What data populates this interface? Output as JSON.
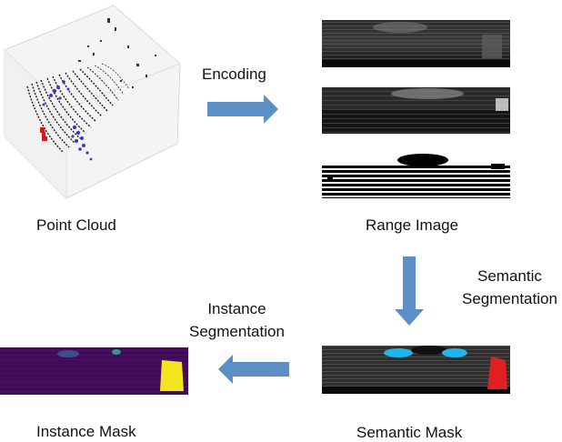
{
  "labels": {
    "point_cloud": "Point Cloud",
    "range_image": "Range Image",
    "semantic_mask": "Semantic Mask",
    "instance_mask": "Instance Mask"
  },
  "arrows": {
    "encoding": "Encoding",
    "semantic_segmentation": [
      "Semantic",
      "Segmentation"
    ],
    "instance_segmentation": [
      "Instance",
      "Segmentation"
    ]
  },
  "colors": {
    "arrow": "#5B8FC6",
    "instance_bg": "#430a5a",
    "instance_yellow": "#f2e51e",
    "instance_teal": "#2a9c8c",
    "semantic_cyan": "#1fb6e8",
    "semantic_red": "#e02020",
    "points_blue": "#3838d8",
    "points_red": "#d81818"
  }
}
